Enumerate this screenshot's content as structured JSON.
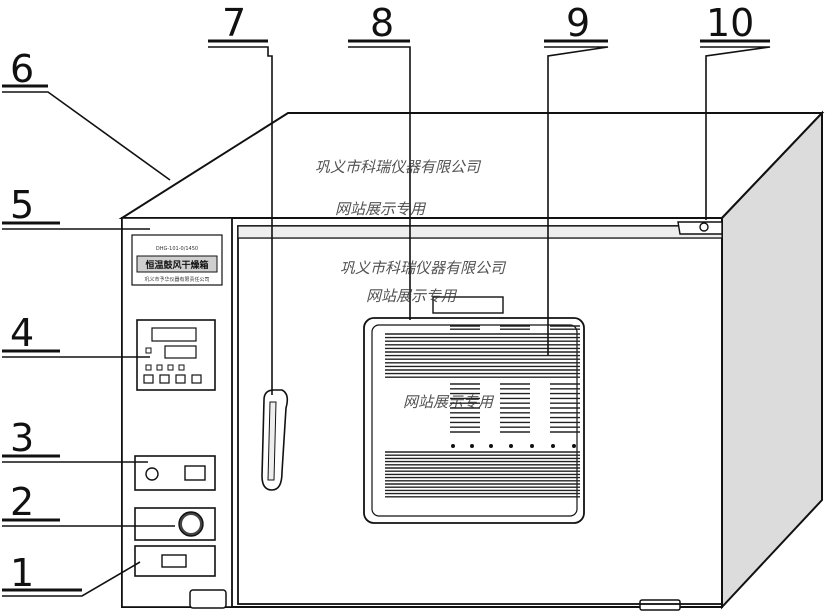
{
  "callouts": {
    "c1": "1",
    "c2": "2",
    "c3": "3",
    "c4": "4",
    "c5": "5",
    "c6": "6",
    "c7": "7",
    "c8": "8",
    "c9": "9",
    "c10": "10"
  },
  "nameplate": {
    "model": "DHG-101-0/1450",
    "title": "恒温鼓风干燥箱",
    "maker": "巩义市予华仪器有限责任公司"
  },
  "watermarks": {
    "company": "巩义市科瑞仪器有限公司",
    "note": "网站展示专用"
  }
}
